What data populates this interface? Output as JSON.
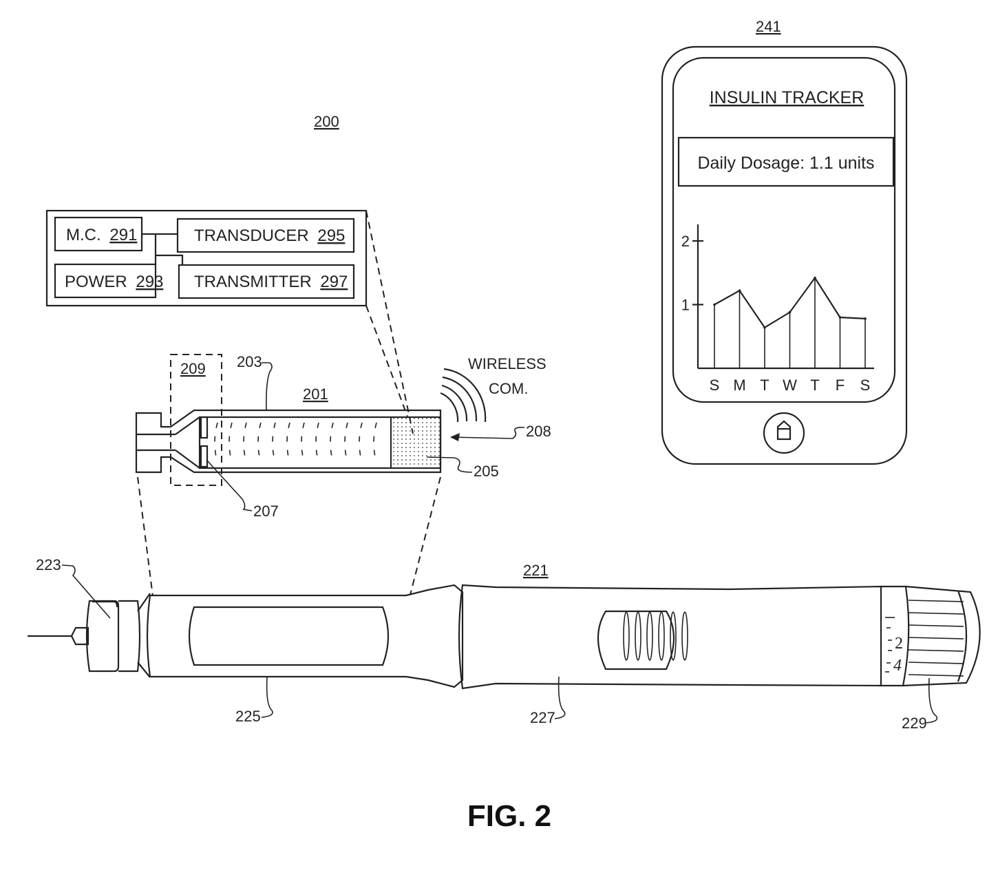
{
  "figure": {
    "caption": "FIG. 2",
    "reference_numeral": "200"
  },
  "electronics_module": {
    "boxes": [
      {
        "name": "M.C.",
        "ref": "291"
      },
      {
        "name": "TRANSDUCER",
        "ref": "295"
      },
      {
        "name": "POWER",
        "ref": "293"
      },
      {
        "name": "TRANSMITTER",
        "ref": "297"
      }
    ]
  },
  "cartridge": {
    "ref": "201",
    "labels": {
      "wall": "203",
      "sensor": "205",
      "plunger": "207",
      "signal": "208",
      "septum_region": "209"
    },
    "wireless_label_line1": "WIRELESS",
    "wireless_label_line2": "COM."
  },
  "pen": {
    "ref": "221",
    "labels": {
      "needle_cap": "223",
      "cartridge_holder": "225",
      "body": "227",
      "dose_knob": "229"
    },
    "dial_numbers": [
      "2",
      "4"
    ]
  },
  "phone": {
    "ref": "241",
    "app_title": "INSULIN TRACKER",
    "dosage_text": "Daily Dosage: 1.1 units",
    "home_icon": "home-icon"
  },
  "chart_data": {
    "type": "line",
    "title": "",
    "xlabel": "",
    "ylabel": "",
    "categories": [
      "S",
      "M",
      "T",
      "W",
      "T",
      "F",
      "S"
    ],
    "values": [
      1.0,
      1.22,
      0.64,
      0.88,
      1.42,
      0.8,
      0.78
    ],
    "y_ticks": [
      "1",
      "2"
    ],
    "ylim": [
      0,
      2.3
    ],
    "grid": false,
    "drop_lines": true
  }
}
